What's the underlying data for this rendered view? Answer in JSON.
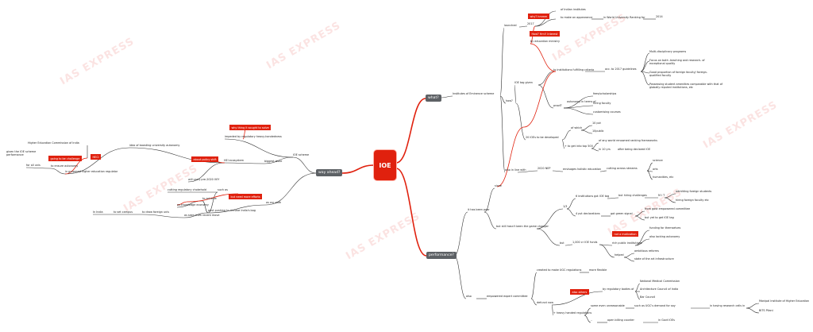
{
  "center": {
    "label": "IOE"
  },
  "watermark": "IAS EXPRESS",
  "colors": {
    "accent": "#e0210e",
    "hub": "#5d6165",
    "red_line": "#e0210e",
    "dark_line": "#333333"
  },
  "hubs": {
    "what": "what?",
    "performance": "performance?",
    "way_ahead": "way ahead?"
  },
  "what": {
    "institutes": "Institutes of Eminence scheme",
    "launched": "launched",
    "year": "2017",
    "tag_why": "why? hmmm",
    "indian": "of Indian institutes",
    "appearance": "to make an appearance",
    "world_ranking": "in World University Ranking for",
    "rank_year": "2014",
    "tag_how": "How? Hm!! Interest",
    "by_edu": "by education ministry",
    "how": "how?",
    "selected": "20 IOEs to be developed",
    "tag_given": "IOE tag given",
    "emphasis": "to institutions fulfilling criteria",
    "ugc": "acc. to 2017 guidelines",
    "multi": "Multi-disciplinary programs",
    "focus": "Focus on both -teaching and research- of exceptional quality",
    "foreign": "Good proportion of foreign faculty/ foreign-qualified faculty",
    "amenities": "Possessing student amenities comparable with that of globally reputed institutions, etc",
    "autonomy": "autonomy in terms of",
    "proof": "proof?",
    "fee": "fees/scholarships",
    "faculty": "hiring faculty",
    "courses": "customising courses",
    "of_which": "of which",
    "pub": "10 pvt",
    "priv": "10public",
    "top500": "+ to get into top 500",
    "ranking_fw": "of any world renowned ranking frameworks",
    "in10": "in 10 yrs",
    "nirf": "after being declared IOE",
    "also": "also in line with",
    "nep": "2020 NEP",
    "holistic": "envisages holistic education",
    "cutting": "cutting across streams",
    "sci": "science",
    "arts": "arts",
    "hum": "humanities, etc"
  },
  "performance": {
    "since": "since",
    "has_been": "it has been poor",
    "still": "but still hasn't been the game changer",
    "one_third": "1/3",
    "six": "6 institutions got IOE tag",
    "but_hiring": "but hiring challenges",
    "mit": "M I T",
    "admitting": "admitting foreign students",
    "hiring": "hiring foreign faculty etc",
    "four": "4 pvt declarations",
    "not_signed": "got green signal",
    "from_govt": "from govt empowered committee",
    "yet": "but yet to get IOE tag",
    "but": "but",
    "crore": "1,000 cr IOE funds",
    "tag_mat": "not a motivation",
    "funding": "funding for themselves",
    "also_lacking": "also lacking autonomy",
    "rich": "rich public institutions",
    "helped": "helped",
    "ambitious": "ambitious reforms",
    "state": "state of the art infrastructure",
    "also": "also",
    "committee": "empowered expert committee",
    "created": "created to make UGC regulations",
    "more_flexible": "more flexible",
    "defunct": "defunct now",
    "tag_others": "also others",
    "regulators": "by regulatory bodies of",
    "uac": "National Medical Commission",
    "coa": "Architecture Council of India",
    "bar": "Bar Council",
    "heavy": "+ heavy handed regulations",
    "some": "some even unreasonable",
    "such_as": "such as UGC's demand for say",
    "in_having": "in having research cells in",
    "ibhaapur": "Manipal Institute of Higher Education",
    "bits": "BITS Pilani",
    "dots": "..",
    "open": "open billing counter",
    "in_govt": "in Govt IOEs"
  },
  "way": {
    "ioe_scheme": "IOE scheme",
    "tag_rethink": "why thing it sought to solve",
    "impeded": "impeded by regulatory heavy-handedness",
    "biggest": "biggest issue",
    "ecosystem": "HEI ecosystem",
    "tag_prelim": "about policy shift",
    "remark": "will carry pre-2020 IVIY",
    "idea": "idea of boosting university autonomy",
    "tag_heci": "HECI",
    "hec_full": "Higher Education Commission of India",
    "given": "given the IOE scheme performance",
    "tag_challenge": "going to be challenge",
    "for_all": "for all unis",
    "ensure": "to ensure autonomy",
    "proposed": "in proposed higher education regulator",
    "way_fwd": "as our path",
    "cutting_reg": "cutting regulatory chokehold",
    "such_as": "such as",
    "tag_more": "but need more efforts",
    "achieve": "to achieve",
    "knowledge": "as knowledge economy",
    "govt": "govt pushing to remake India's bog",
    "to_draw": "to draw foreign unis",
    "in_india": "In India",
    "to_set": "to set campus",
    "as_seen": "as seen from recent move"
  }
}
